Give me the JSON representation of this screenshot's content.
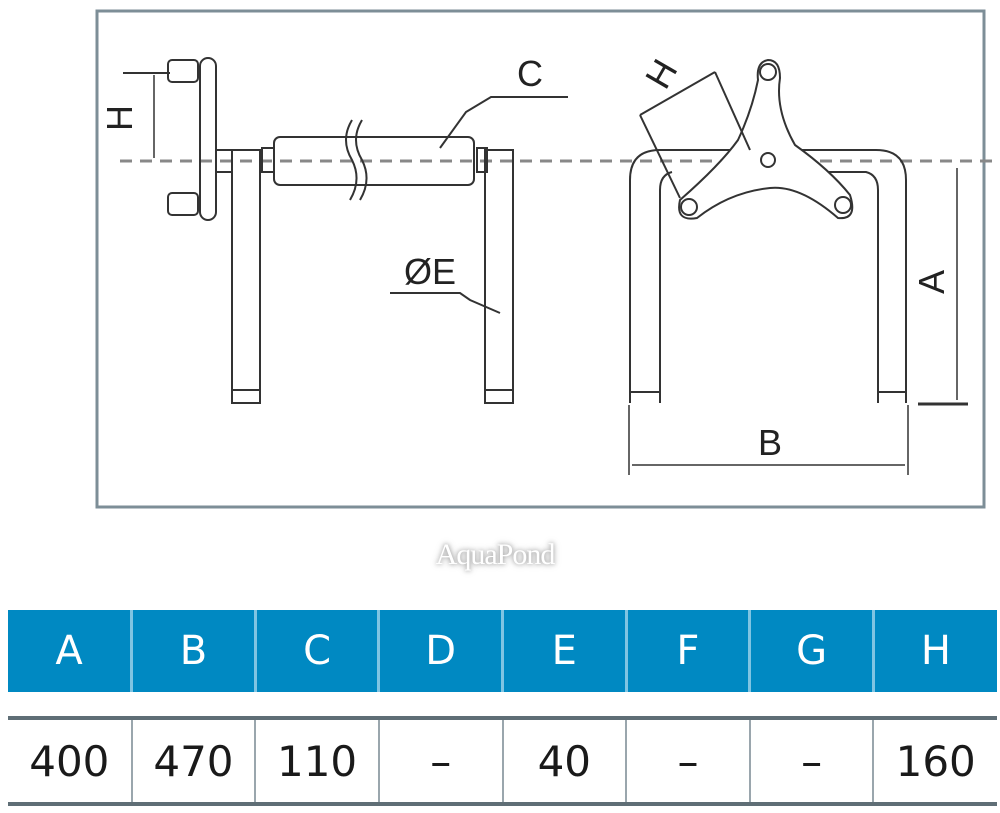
{
  "diagram": {
    "labels": {
      "H_side": "H",
      "C": "C",
      "E": "ØE",
      "H_front": "H",
      "A": "A",
      "B": "B"
    }
  },
  "watermark": "AquaPond",
  "table": {
    "headers": [
      "A",
      "B",
      "C",
      "D",
      "E",
      "F",
      "G",
      "H"
    ],
    "values": [
      "400",
      "470",
      "110",
      "–",
      "40",
      "–",
      "–",
      "160"
    ]
  },
  "colors": {
    "header_bg": "#0089c2",
    "frame": "#7d8e97"
  }
}
